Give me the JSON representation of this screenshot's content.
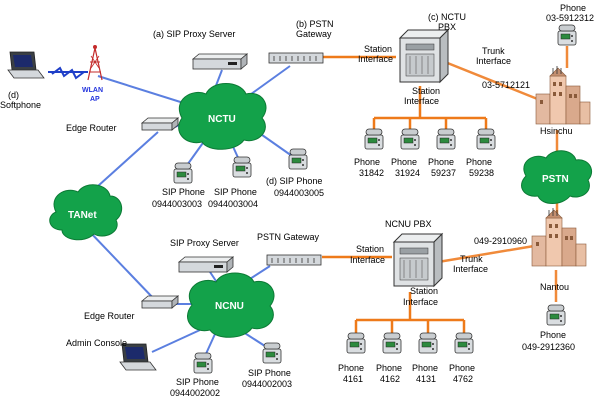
{
  "colors": {
    "cloud": "#13a24a",
    "cloud_dark": "#0c7a35",
    "ip_link": "#5b7fe0",
    "pbx_link": "#ee7a1a",
    "trunk_link": "#f08a3a",
    "wlan_zigzag": "#1f3fc8",
    "equipment": "#d4d8dc",
    "phone_screen": "#2c8a3e"
  },
  "labels": {
    "sip_proxy_a": "(a) SIP Proxy Server",
    "pstn_gateway_b_line1": "(b) PSTN",
    "pstn_gateway_b_line2": "Gateway",
    "nctu_pbx_line1": "(c) NCTU",
    "nctu_pbx_line2": "PBX",
    "softphone_line1": "(d)",
    "softphone_line2": "Softphone",
    "wlan_line1": "WLAN",
    "wlan_line2": "AP",
    "edge_router_top": "Edge Router",
    "nctu_cloud": "NCTU",
    "station_if_top_line1": "Station",
    "station_if_top_line2": "Interface",
    "station_if_top_below_line1": "Station",
    "station_if_top_below_line2": "Interface",
    "trunk_if_top_line1": "Trunk",
    "trunk_if_top_line2": "Interface",
    "phone_hsinchu_line1": "Phone",
    "phone_hsinchu_line2": "03-5912312",
    "hsinchu_number": "03-5712121",
    "hsinchu": "Hsinchu",
    "pstn_cloud": "PSTN",
    "sip_phone_3003_line1": "SIP Phone",
    "sip_phone_3003_line2": "0944003003",
    "sip_phone_3004_line1": "SIP Phone",
    "sip_phone_3004_line2": "0944003004",
    "sip_phone_3005_line1": "(d) SIP Phone",
    "sip_phone_3005_line2": "0944003005",
    "ext_31842_line1": "Phone",
    "ext_31842_line2": "31842",
    "ext_31924_line1": "Phone",
    "ext_31924_line2": "31924",
    "ext_59237_line1": "Phone",
    "ext_59237_line2": "59237",
    "ext_59238_line1": "Phone",
    "ext_59238_line2": "59238",
    "tanet_cloud": "TANet",
    "sip_proxy_ncnu": "SIP Proxy Server",
    "pstn_gateway_ncnu": "PSTN Gateway",
    "ncnu_pbx": "NCNU PBX",
    "nantou_number": "049-2910960",
    "station_if_bot_line1": "Station",
    "station_if_bot_line2": "Interface",
    "station_if_bot_below_line1": "Station",
    "station_if_bot_below_line2": "Interface",
    "trunk_if_bot_line1": "Trunk",
    "trunk_if_bot_line2": "Interface",
    "nantou": "Nantou",
    "edge_router_bottom": "Edge Router",
    "ncnu_cloud": "NCNU",
    "admin_console": "Admin  Console",
    "phone_nantou_line1": "Phone",
    "phone_nantou_line2": "049-2912360",
    "sip_phone_2002_line1": "SIP Phone",
    "sip_phone_2002_line2": "0944002002",
    "sip_phone_2003_line1": "SIP Phone",
    "sip_phone_2003_line2": "0944002003",
    "ext_4161_line1": "Phone",
    "ext_4161_line2": "4161",
    "ext_4162_line1": "Phone",
    "ext_4162_line2": "4162",
    "ext_4131_line1": "Phone",
    "ext_4131_line2": "4131",
    "ext_4762_line1": "Phone",
    "ext_4762_line2": "4762"
  }
}
